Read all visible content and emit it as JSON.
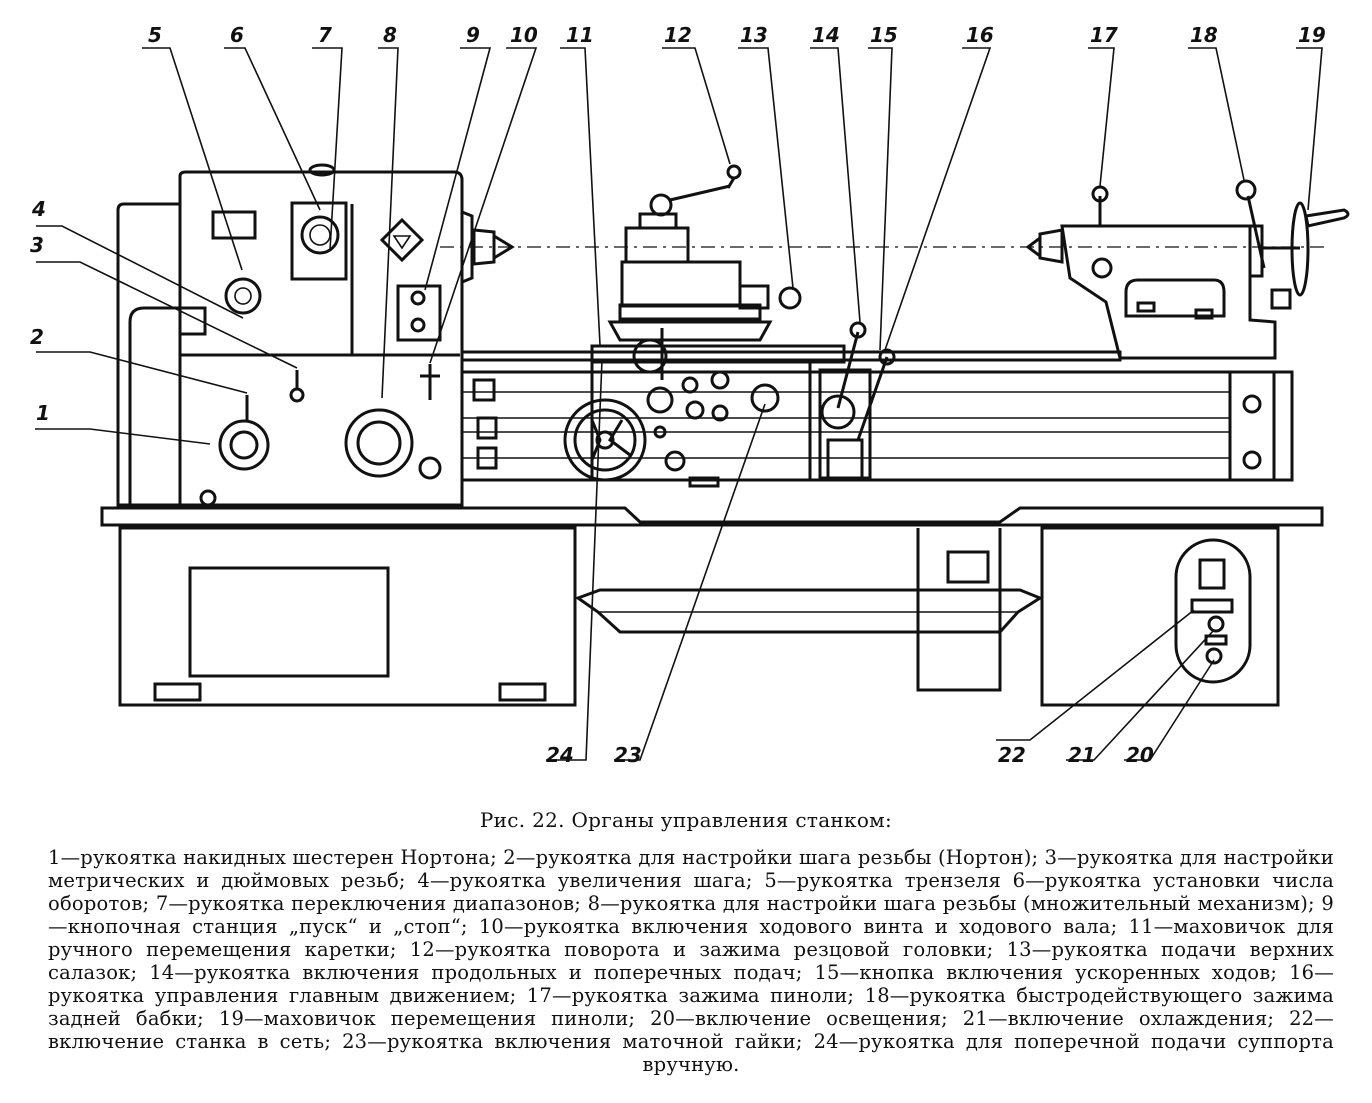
{
  "figure": {
    "caption": "Рис. 22. Органы управления станком:",
    "legend": "1—рукоятка накидных шестерен Нортона; 2—рукоятка для настройки шага резьбы (Нортон); 3—рукоятка для настройки метрических и дюймовых резьб; 4—рукоятка увеличения шага; 5—рукоятка трензеля 6—рукоятка установки числа оборотов; 7—рукоятка переключения диапазонов; 8—рукоятка для настройки шага резьбы (множительный механизм); 9—кнопочная станция „пуск“ и „стоп“; 10—рукоятка включения ходового винта и ходового вала; 11—маховичок для ручного перемещения каретки; 12—рукоятка поворота и зажима резцовой головки; 13—рукоятка подачи верхних салазок; 14—рукоятка включения продольных и поперечных подач; 15—кнопка включения ускоренных ходов; 16—рукоятка управления главным движением; 17—рукоятка зажима пиноли; 18—рукоятка быстродействующего зажима задней бабки; 19—маховичок перемещения пиноли; 20—включение освещения; 21—включение охлаждения; 22—включение станка в сеть; 23—рукоятка включения маточной гайки; 24—рукоятка для поперечной подачи суппорта вручную."
  },
  "callouts": {
    "n1": "1",
    "n2": "2",
    "n3": "3",
    "n4": "4",
    "n5": "5",
    "n6": "6",
    "n7": "7",
    "n8": "8",
    "n9": "9",
    "n10": "10",
    "n11": "11",
    "n12": "12",
    "n13": "13",
    "n14": "14",
    "n15": "15",
    "n16": "16",
    "n17": "17",
    "n18": "18",
    "n19": "19",
    "n20": "20",
    "n21": "21",
    "n22": "22",
    "n23": "23",
    "n24": "24"
  }
}
